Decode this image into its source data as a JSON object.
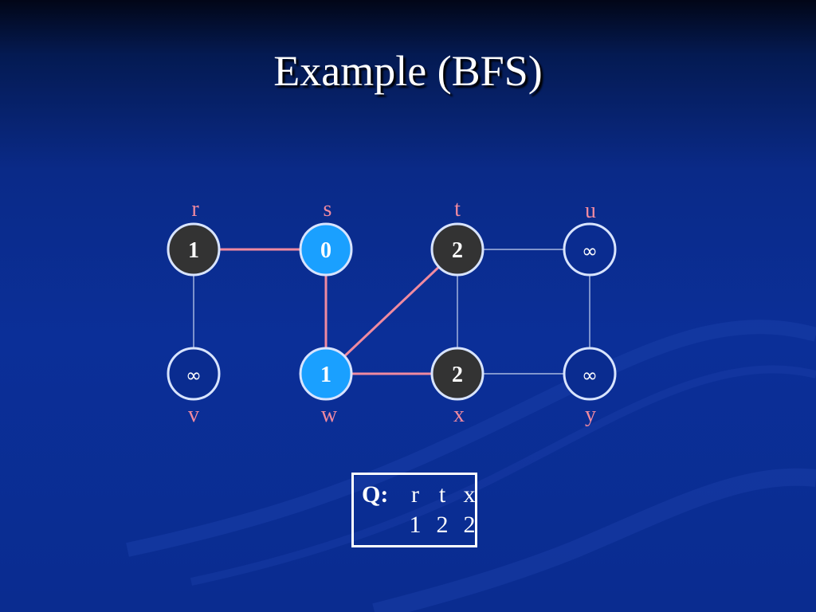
{
  "title": "Example (BFS)",
  "colors": {
    "edge_tree": "#f08aa0",
    "edge_normal": "#c8d4f0",
    "label": "#f08aa0",
    "node_black": "#333333",
    "node_gray": "#1aa0ff",
    "node_white": "#0a2c90",
    "node_border": "#d8e4ff"
  },
  "graph": {
    "vertices": [
      {
        "id": "r",
        "label": "r",
        "value": "1",
        "state": "black"
      },
      {
        "id": "s",
        "label": "s",
        "value": "0",
        "state": "gray"
      },
      {
        "id": "t",
        "label": "t",
        "value": "2",
        "state": "black"
      },
      {
        "id": "u",
        "label": "u",
        "value": "∞",
        "state": "white"
      },
      {
        "id": "v",
        "label": "v",
        "value": "∞",
        "state": "white"
      },
      {
        "id": "w",
        "label": "w",
        "value": "1",
        "state": "gray"
      },
      {
        "id": "x",
        "label": "x",
        "value": "2",
        "state": "black"
      },
      {
        "id": "y",
        "label": "y",
        "value": "∞",
        "state": "white"
      }
    ],
    "edges": [
      {
        "from": "r",
        "to": "s",
        "tree": true
      },
      {
        "from": "r",
        "to": "v",
        "tree": false
      },
      {
        "from": "s",
        "to": "w",
        "tree": true
      },
      {
        "from": "w",
        "to": "t",
        "tree": true
      },
      {
        "from": "w",
        "to": "x",
        "tree": true
      },
      {
        "from": "t",
        "to": "x",
        "tree": false
      },
      {
        "from": "t",
        "to": "u",
        "tree": false
      },
      {
        "from": "x",
        "to": "y",
        "tree": false
      },
      {
        "from": "u",
        "to": "y",
        "tree": false
      }
    ]
  },
  "queue": {
    "label": "Q:",
    "items": [
      "r",
      "t",
      "x"
    ],
    "distances": [
      "1",
      "2",
      "2"
    ]
  }
}
